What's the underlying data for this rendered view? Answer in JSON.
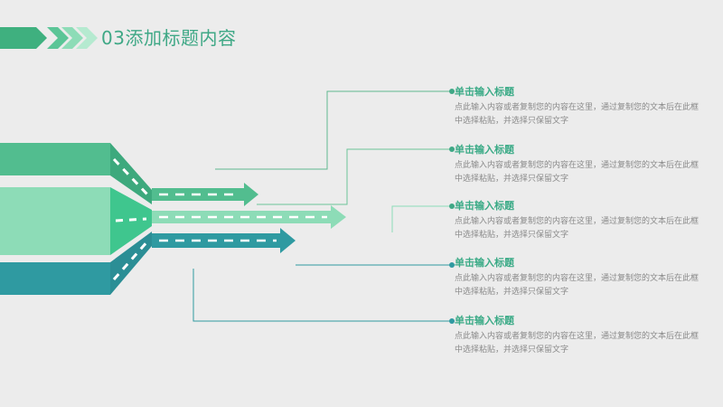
{
  "slide": {
    "title": "03添加标题内容"
  },
  "items": [
    {
      "title": "单击输入标题",
      "body": "点此输入内容或者复制您的内容在这里，通过复制您的文本后在此框中选择粘贴，并选择只保留文字"
    },
    {
      "title": "单击输入标题",
      "body": "点此输入内容或者复制您的内容在这里，通过复制您的文本后在此框中选择粘贴，并选择只保留文字"
    },
    {
      "title": "单击输入标题",
      "body": "点此输入内容或者复制您的内容在这里，通过复制您的文本后在此框中选择粘贴，并选择只保留文字"
    },
    {
      "title": "单击输入标题",
      "body": "点此输入内容或者复制您的内容在这里，通过复制您的文本后在此框中选择粘贴，并选择只保留文字"
    },
    {
      "title": "单击输入标题",
      "body": "点此输入内容或者复制您的内容在这里，通过复制您的文本后在此框中选择粘贴，并选择只保留文字"
    }
  ],
  "colors": {
    "accent_green": "#3fb07f",
    "mint": "#8ddcb7",
    "teal": "#2f9aa1",
    "title_text": "#3fa886",
    "body_text": "#8a8a8a",
    "background": "#ececec"
  },
  "icons": [
    "chevron-right-icon",
    "chevron-right-icon",
    "chevron-right-icon"
  ]
}
